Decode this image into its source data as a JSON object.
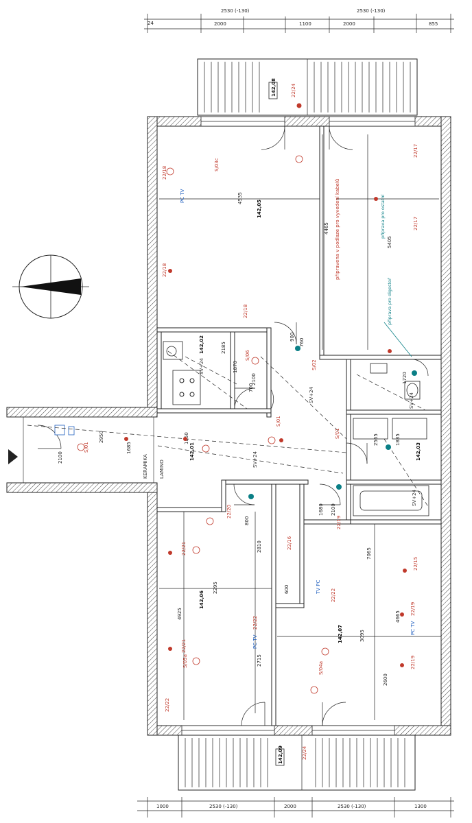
{
  "dimensions": {
    "top": [
      "24",
      "2530 (-130)",
      "2000",
      "1100",
      "2000",
      "2530 (-130)",
      "855"
    ],
    "bottom": [
      "1000",
      "2530 (-130)",
      "2000",
      "2530 (-130)",
      "1300"
    ]
  },
  "areas": {
    "room_top_left": "142,05",
    "room_bath": "142,02",
    "hall": "142,01",
    "room_bottom_left": "142,06",
    "room_bottom_right": "142,07",
    "bath_right": "142,03",
    "balcony_top": "142,08",
    "balcony_bottom": "142,09"
  },
  "room_dims": {
    "a": "4535",
    "b": "4465",
    "c": "5405",
    "d": "2185",
    "e": "1870",
    "f": "2100",
    "g": "700",
    "h": "900",
    "i": "760",
    "j": "1720",
    "k": "2565",
    "l": "2950",
    "m": "1685",
    "n": "1850",
    "o": "2810",
    "p": "4925",
    "q": "2295",
    "r": "2715",
    "s": "7065",
    "t": "4665",
    "u": "3095",
    "v": "2600",
    "w": "600",
    "x": "2100",
    "y": "800",
    "z": "1835",
    "aa": "1680",
    "bb": "2100"
  },
  "labels": {
    "pc_tv_top": "PC TV",
    "tv_pc_mid": "TV PC",
    "pc_tv_right": "PC TV",
    "tv_pc_left": "PC TV",
    "kitchen_note": "připravena v podlaze pro vyvedení kabelů",
    "kitchen_note2": "příprava pro digestoř",
    "kitchen_note3": "příprava pro ostatní",
    "radiator": "KERAMIKA",
    "lamino": "LAMINO",
    "sv": "SV+24",
    "s01a": "S/01",
    "s02": "S/02",
    "s03": "S/03c",
    "s04": "S/04a",
    "s05": "S/05a",
    "s06": "S/06",
    "z1": "22/18",
    "z2": "22/17",
    "z3": "22/20",
    "z4": "22/19",
    "z5": "22/15",
    "z6": "22/21",
    "z7": "22/16",
    "z8": "22/22",
    "z9": "22/24"
  },
  "colors": {
    "wall": "#222222",
    "red": "#c0392b",
    "blue": "#1f5fbf",
    "teal": "#0a7f86"
  }
}
